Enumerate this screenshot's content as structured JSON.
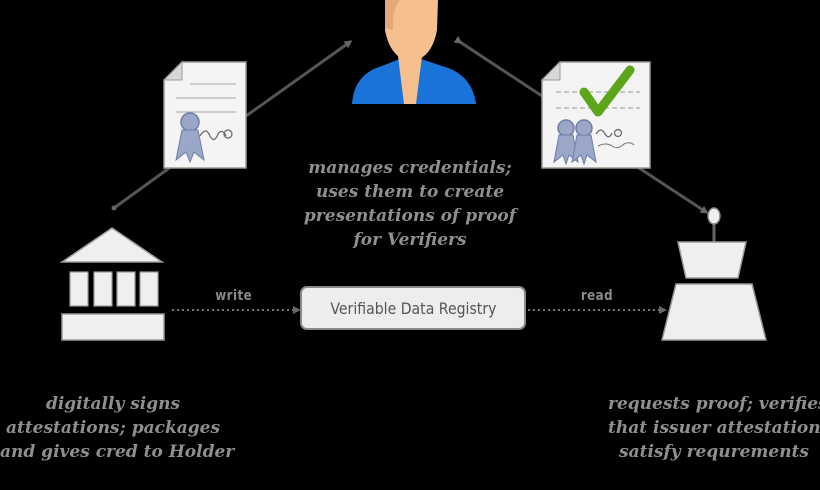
{
  "diagram": {
    "nodes": {
      "issuer": {
        "icon": "bank-building-icon",
        "caption": [
          "digitally signs",
          "attestations; packages",
          "and gives cred to Holder"
        ]
      },
      "holder": {
        "icon": "person-avatar-icon",
        "caption": [
          "manages credentials;",
          "uses them to create",
          "presentations of proof",
          "for Verifiers"
        ]
      },
      "verifier": {
        "icon": "verifier-podium-icon",
        "caption": [
          "requests proof; verifies",
          "that issuer attestations",
          "satisfy requrements"
        ]
      },
      "registry": {
        "label": "Verifiable Data Registry"
      }
    },
    "edges": {
      "write": {
        "label": "write"
      },
      "read": {
        "label": "read"
      }
    },
    "documents": {
      "credential": {
        "icon": "signed-credential-document-icon"
      },
      "presentation": {
        "icon": "verified-presentation-document-icon"
      }
    },
    "colors": {
      "background": "#000000",
      "caption": "#8f8f8f",
      "arrow": "#555555",
      "person_shirt": "#1a73d9",
      "person_skin": "#f6c08e",
      "checkmark": "#5aa519",
      "icon_fill": "#efefef",
      "badge": "#9aa7c8"
    }
  }
}
